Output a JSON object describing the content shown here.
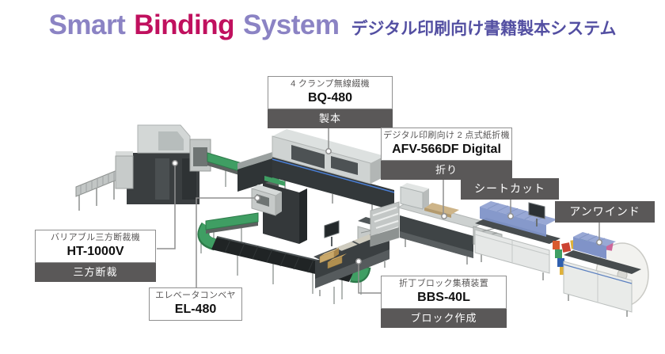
{
  "title": {
    "word1": "Smart",
    "word2": "Binding",
    "word3": "System",
    "subtitle": "デジタル印刷向け書籍製本システム"
  },
  "callouts": {
    "bq480": {
      "category": "4 クランプ無線綴機",
      "model": "BQ-480",
      "process": "製本"
    },
    "afv566df": {
      "category": "デジタル印刷向け 2 点式紙折機",
      "model": "AFV-566DF Digital",
      "process": "折り"
    },
    "sheetcut": {
      "process": "シートカット"
    },
    "unwind": {
      "process": "アンワインド"
    },
    "ht1000v": {
      "category": "バリアブル三方断裁機",
      "model": "HT-1000V",
      "process": "三方断裁"
    },
    "el480": {
      "category": "エレベータコンベヤ",
      "model": "EL-480"
    },
    "bbs40l": {
      "category": "折丁ブロック集積装置",
      "model": "BBS-40L",
      "process": "ブロック作成"
    }
  },
  "colors": {
    "title_en": "#8b83c4",
    "title_accent": "#c0105e",
    "title_jp": "#534fa2",
    "callout_bar": "#5a5858",
    "conveyor_green": "#3f9e63",
    "machine_cover_blue": "#8093c8",
    "machine_dark": "#33383a"
  }
}
